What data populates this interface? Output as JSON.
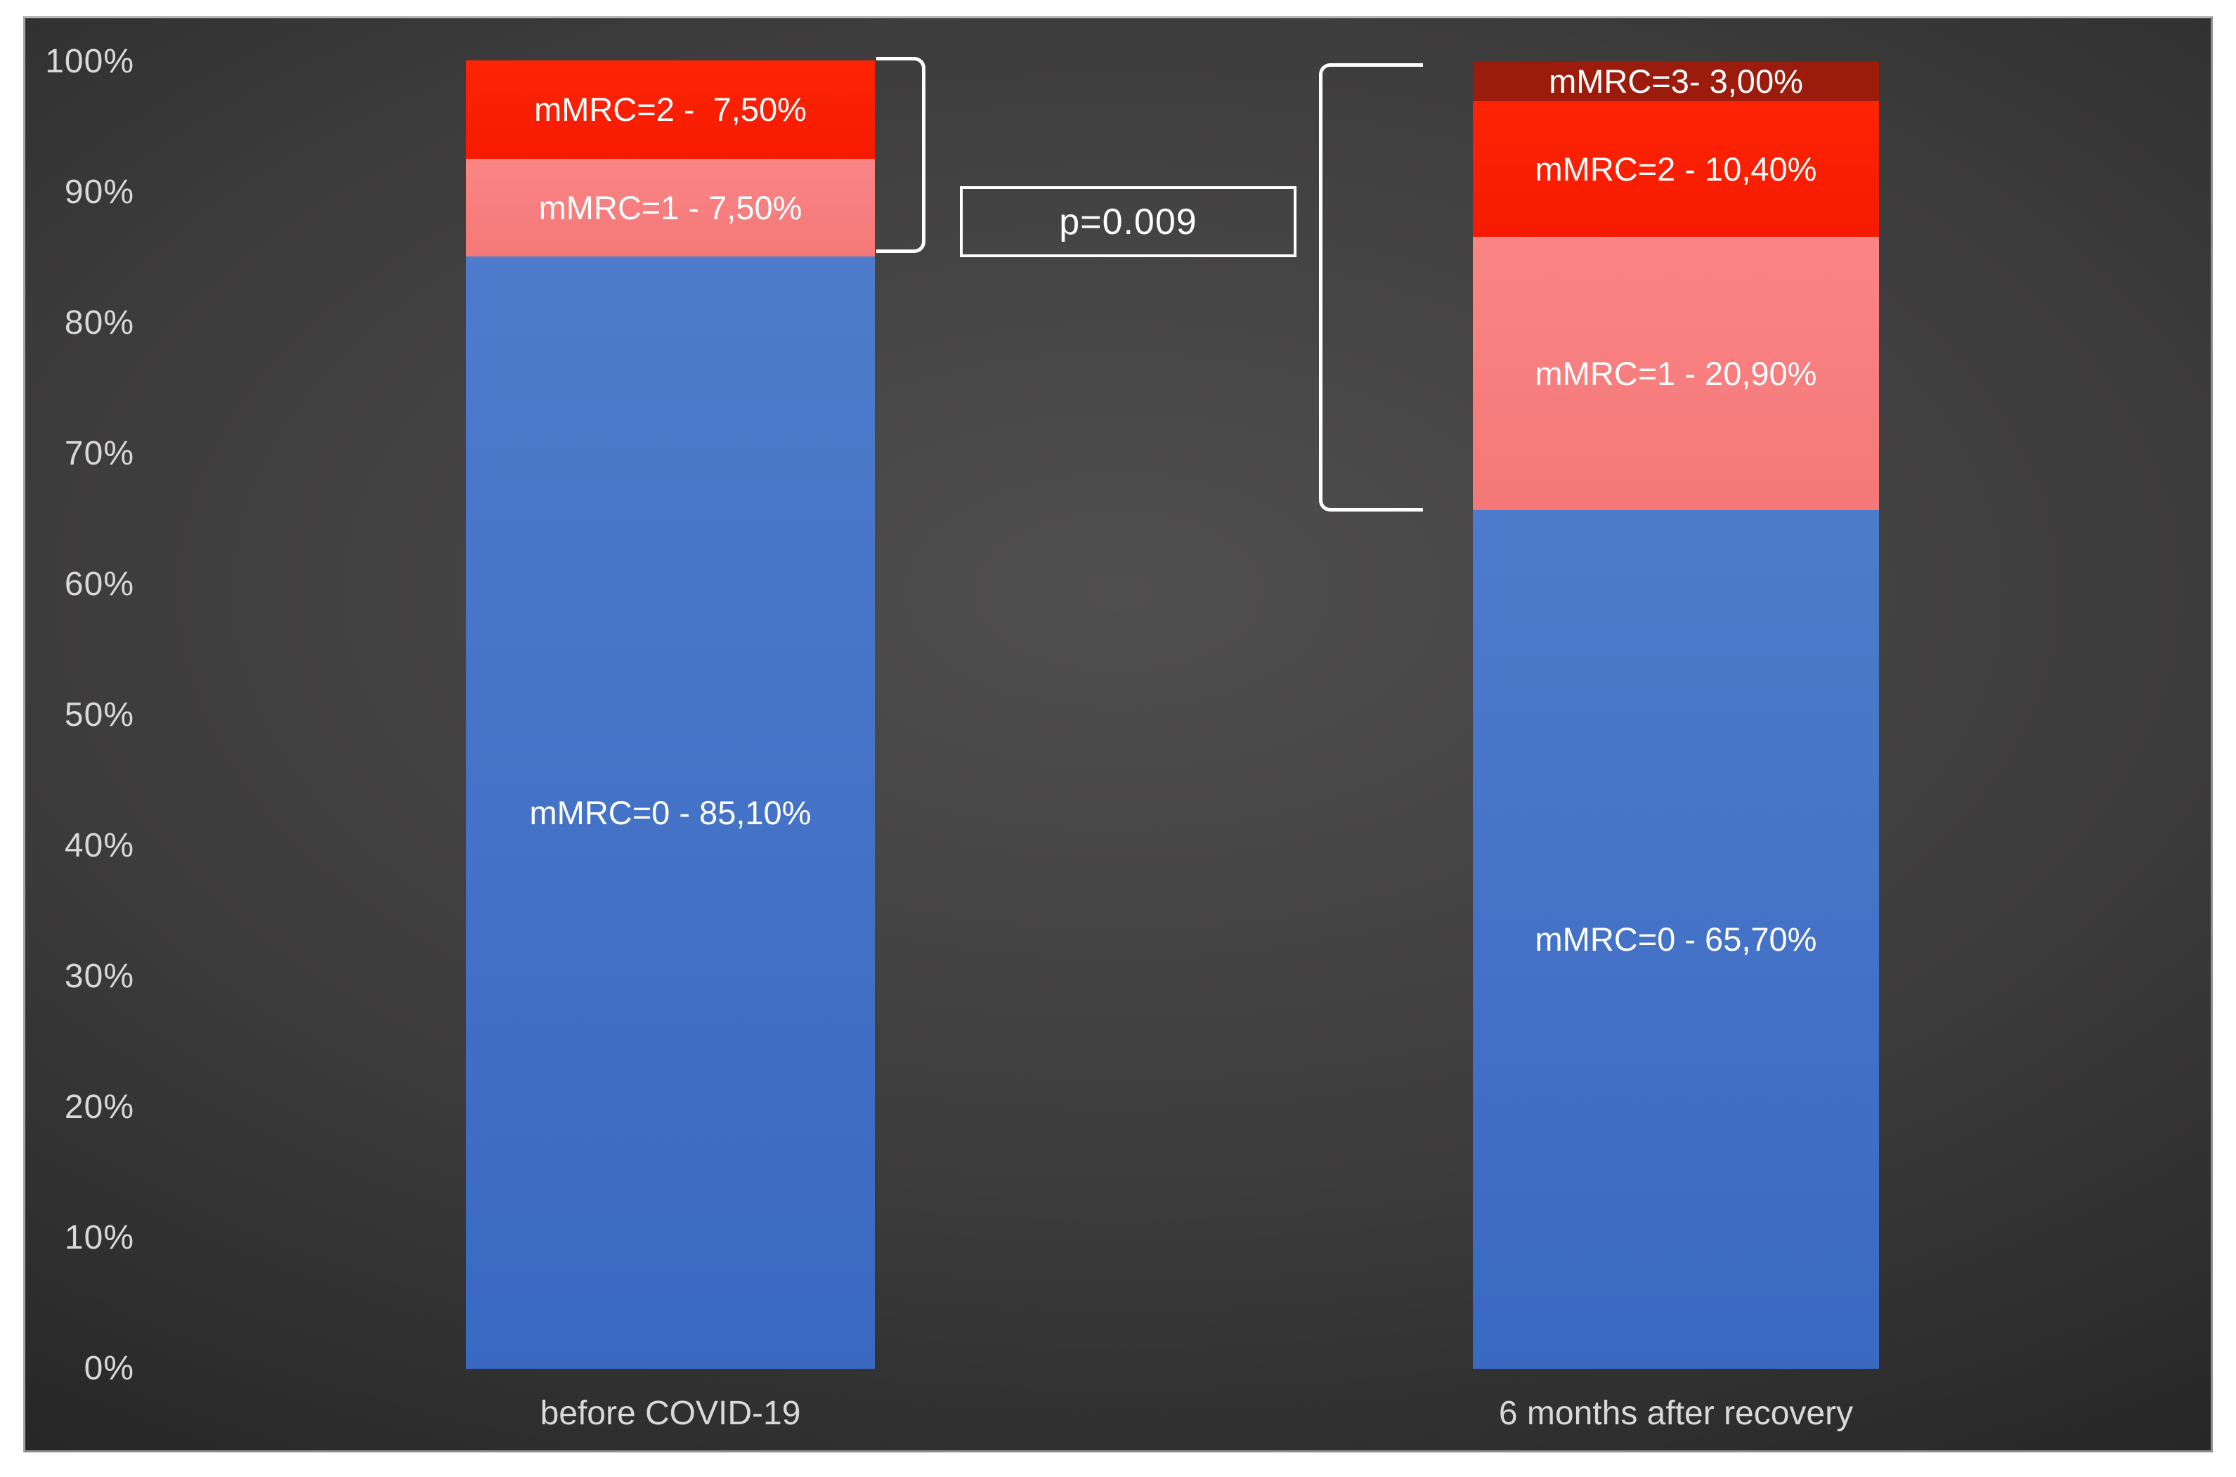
{
  "chart_data": {
    "type": "bar",
    "variant": "stacked-100",
    "title": "",
    "xlabel": "",
    "ylabel": "",
    "legend": "none",
    "grid": "off",
    "categories": [
      "before COVID-19",
      "6 months after recovery"
    ],
    "series": [
      {
        "name": "mMRC=0",
        "values": [
          85.1,
          65.7
        ],
        "labels": [
          "mMRC=0 - 85,10%",
          "mMRC=0 - 65,70%"
        ],
        "color": "#3a69c1",
        "color_top": "#4e7bcb"
      },
      {
        "name": "mMRC=1",
        "values": [
          7.5,
          20.9
        ],
        "labels": [
          "mMRC=1 - 7,50%",
          "mMRC=1 - 20,90%"
        ],
        "color": "#f47878",
        "color_top": "#fa8585"
      },
      {
        "name": "mMRC=2",
        "values": [
          7.5,
          10.4
        ],
        "labels": [
          "mMRC=2 -  7,50%",
          "mMRC=2 - 10,40%"
        ],
        "color": "#f71a00",
        "color_top": "#fc2405"
      },
      {
        "name": "mMRC=3",
        "values": [
          null,
          3.0
        ],
        "labels": [
          null,
          "mMRC=3- 3,00%"
        ],
        "color": "#9b1b0d",
        "color_top": "#9b1b0d"
      }
    ],
    "y_axis": {
      "min": 0,
      "max": 100,
      "ticks": [
        {
          "label": "0%",
          "value": 0
        },
        {
          "label": "10%",
          "value": 10
        },
        {
          "label": "20%",
          "value": 20
        },
        {
          "label": "30%",
          "value": 30
        },
        {
          "label": "40%",
          "value": 40
        },
        {
          "label": "50%",
          "value": 50
        },
        {
          "label": "60%",
          "value": 60
        },
        {
          "label": "70%",
          "value": 70
        },
        {
          "label": "80%",
          "value": 80
        },
        {
          "label": "90%",
          "value": 90
        },
        {
          "label": "100%",
          "value": 100
        }
      ]
    },
    "annotation": {
      "p_value_label": "p=0.009"
    },
    "colors": {
      "background_center": "#504f4f",
      "background_edge": "#232222",
      "axis_text": "#d9d9d9",
      "segment_text": "#ffffff",
      "annotation_stroke": "#ffffff",
      "frame_border": "#8f8f8f",
      "page_margin": "#ffffff"
    }
  }
}
